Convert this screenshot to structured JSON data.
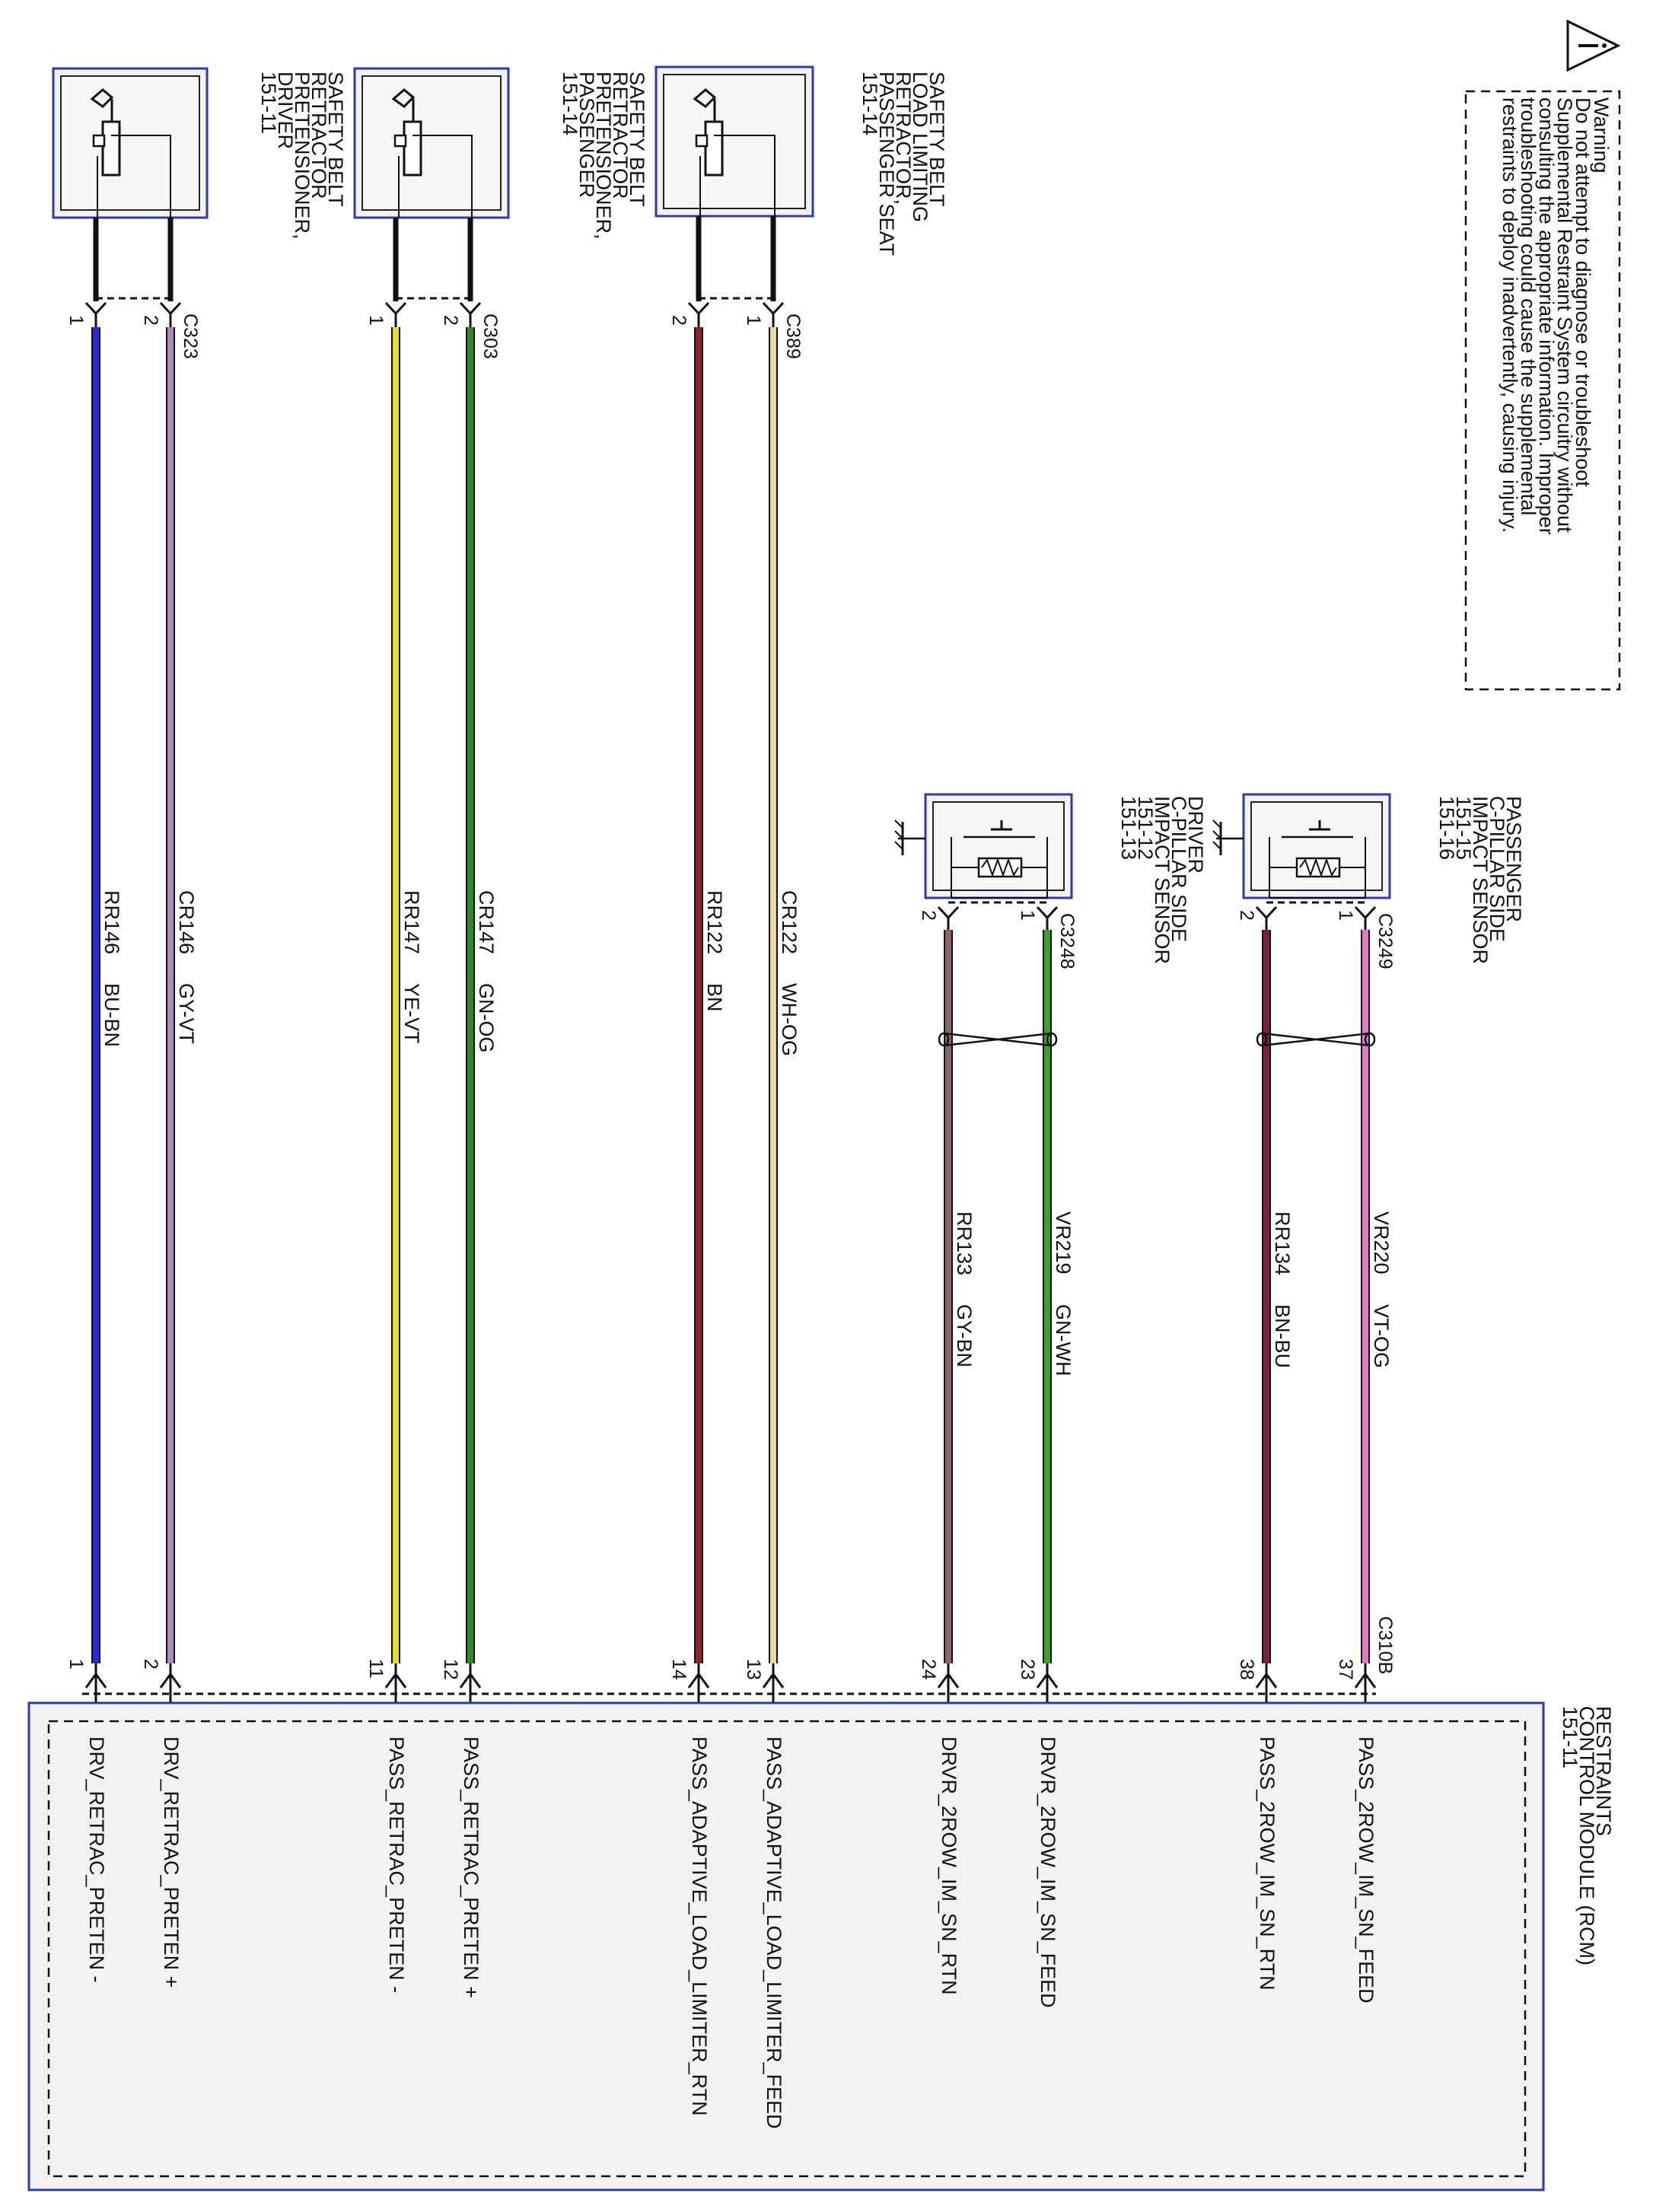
{
  "warning": {
    "lines": [
      "Warning",
      "Do not attempt to diagnose or troubleshoot",
      "Supplemental Restraint System circuitry without",
      "consulting the appropriate information. Improper",
      "troubleshooting could cause the supplemental",
      "restraints to deploy inadvertently, causing injury."
    ]
  },
  "components": [
    {
      "id": "seatbelt-driver",
      "lines": [
        "SAFETY BELT",
        "RETRACTOR",
        "PRETENSIONER,",
        "DRIVER",
        "151-11"
      ]
    },
    {
      "id": "seatbelt-passenger",
      "lines": [
        "SAFETY BELT",
        "RETRACTOR",
        "PRETENSIONER,",
        "PASSENGER",
        "151-14"
      ]
    },
    {
      "id": "seatbelt-load-limiting",
      "lines": [
        "SAFETY BELT",
        "LOAD LIMITING",
        "RETRACTOR,",
        "PASSENGER SEAT",
        "151-14"
      ]
    },
    {
      "id": "driver-cpillar-sensor",
      "lines": [
        "DRIVER",
        "C-PILLAR SIDE",
        "IMPACT SENSOR",
        "151-12",
        "151-13"
      ]
    },
    {
      "id": "passenger-cpillar-sensor",
      "lines": [
        "PASSENGER",
        "C-PILLAR SIDE",
        "IMPACT SENSOR",
        "151-15",
        "151-16"
      ]
    },
    {
      "id": "rcm",
      "lines": [
        "RESTRAINTS",
        "CONTROL MODULE (RCM)",
        "151-11"
      ]
    }
  ],
  "connectors": {
    "c323": "C323",
    "c303": "C303",
    "c389": "C389",
    "c3248": "C3248",
    "c3249": "C3249",
    "c310b": "C310B"
  },
  "wires": [
    {
      "circuit": "RR146",
      "color": "BU-BN",
      "top_pin": "1",
      "rcm_pin": "1",
      "signal": "DRV_RETRAC_PRETEN -",
      "hex": "#2a2ad6"
    },
    {
      "circuit": "CR146",
      "color": "GY-VT",
      "top_pin": "2",
      "rcm_pin": "2",
      "signal": "DRV_RETRAC_PRETEN +",
      "hex": "#a98fb4"
    },
    {
      "circuit": "RR147",
      "color": "YE-VT",
      "top_pin": "1",
      "rcm_pin": "11",
      "signal": "PASS_RETRAC_PRETEN -",
      "hex": "#e8dc2a"
    },
    {
      "circuit": "CR147",
      "color": "GN-OG",
      "top_pin": "2",
      "rcm_pin": "12",
      "signal": "PASS_RETRAC_PRETEN +",
      "hex": "#2f8a1f"
    },
    {
      "circuit": "RR122",
      "color": "BN",
      "top_pin": "2",
      "rcm_pin": "14",
      "signal": "PASS_ADAPTIVE_LOAD_LIMITER_RTN",
      "hex": "#8e2424"
    },
    {
      "circuit": "CR122",
      "color": "WH-OG",
      "top_pin": "1",
      "rcm_pin": "13",
      "signal": "PASS_ADAPTIVE_LOAD_LIMITER_FEED",
      "hex": "#ecd4a4"
    },
    {
      "circuit": "RR133",
      "color": "GY-BN",
      "top_pin": "2",
      "rcm_pin": "24",
      "signal": "DRVR_2ROW_IM_SN_RTN",
      "hex": "#8a6666"
    },
    {
      "circuit": "VR219",
      "color": "GN-WH",
      "top_pin": "1",
      "rcm_pin": "23",
      "signal": "DRVR_2ROW_IM_SN_FEED",
      "hex": "#3fa02c"
    },
    {
      "circuit": "RR134",
      "color": "BN-BU",
      "top_pin": "2",
      "rcm_pin": "38",
      "signal": "PASS_2ROW_IM_SN_RTN",
      "hex": "#7a2040"
    },
    {
      "circuit": "VR220",
      "color": "VT-OG",
      "top_pin": "1",
      "rcm_pin": "37",
      "signal": "PASS_2ROW_IM_SN_FEED",
      "hex": "#e07ac8"
    }
  ]
}
